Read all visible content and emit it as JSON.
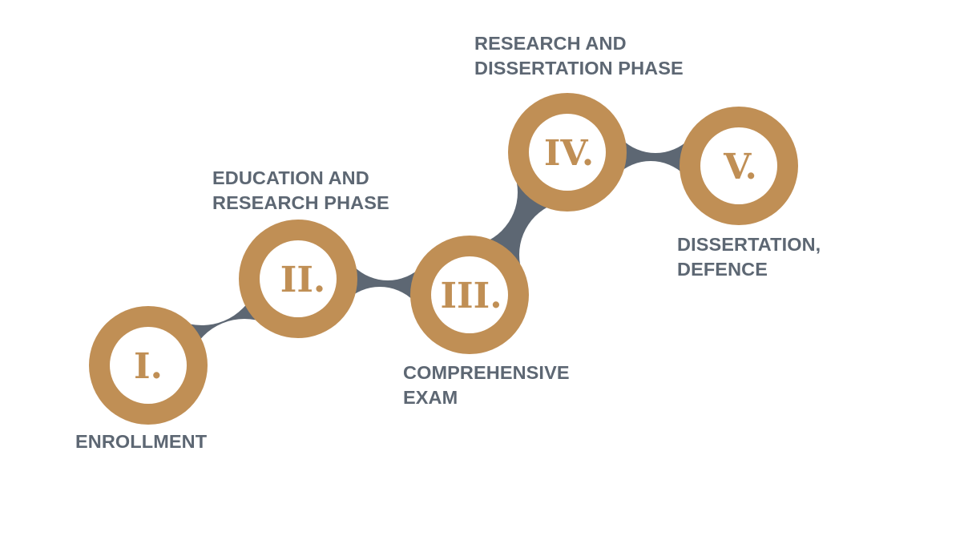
{
  "colors": {
    "ring": "#c08f55",
    "connector": "#5d6773",
    "label_text": "#5d6773",
    "background": "#ffffff"
  },
  "steps": [
    {
      "numeral": "I.",
      "label_lines": [
        "ENROLLMENT"
      ]
    },
    {
      "numeral": "II.",
      "label_lines": [
        "EDUCATION AND",
        "RESEARCH PHASE"
      ]
    },
    {
      "numeral": "III.",
      "label_lines": [
        "COMPREHENSIVE",
        "EXAM"
      ]
    },
    {
      "numeral": "IV.",
      "label_lines": [
        "RESEARCH AND",
        "DISSERTATION PHASE"
      ]
    },
    {
      "numeral": "V.",
      "label_lines": [
        "DISSERTATION,",
        "DEFENCE"
      ]
    }
  ]
}
